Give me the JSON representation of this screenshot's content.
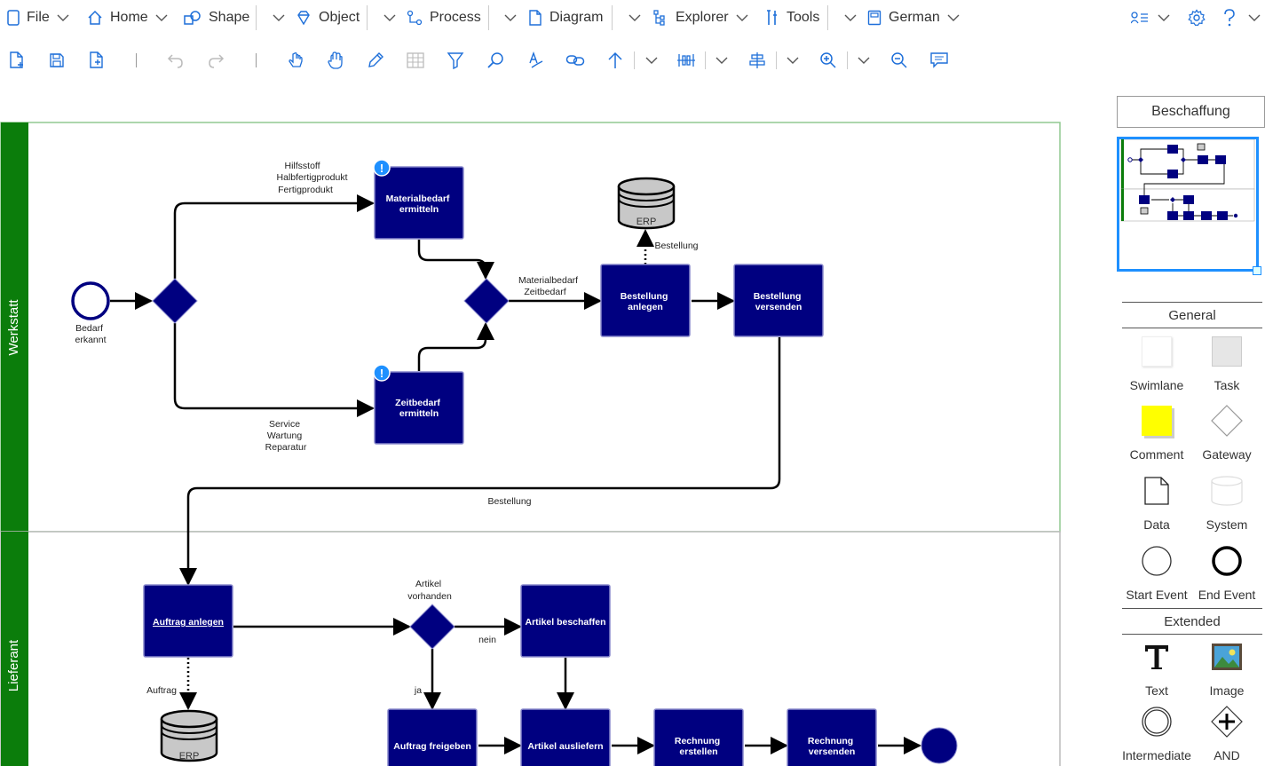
{
  "menubar": {
    "file": "File",
    "home": "Home",
    "shape": "Shape",
    "object": "Object",
    "process": "Process",
    "diagram": "Diagram",
    "explorer": "Explorer",
    "tools": "Tools",
    "language": "German"
  },
  "panel": {
    "pool_title": "Beschaffung",
    "general": "General",
    "extended": "Extended",
    "items": {
      "swimlane": "Swimlane",
      "task": "Task",
      "comment": "Comment",
      "gateway": "Gateway",
      "data": "Data",
      "system": "System",
      "start_event": "Start Event",
      "end_event": "End Event",
      "text": "Text",
      "image": "Image",
      "intermediate": "Intermediate",
      "and": "AND"
    }
  },
  "colors": {
    "task_fill": "#000080",
    "lane_green": "#0b7d0b",
    "accent": "#1e90ff",
    "comment_yellow": "#ffff00"
  },
  "diagram": {
    "lanes": {
      "werkstatt": "Werkstatt",
      "lieferant": "Lieferant"
    },
    "tasks": {
      "materialbedarf": [
        "Materialbedarf",
        "ermitteln"
      ],
      "zeitbedarf": [
        "Zeitbedarf",
        "ermitteln"
      ],
      "bestellung_anlegen": [
        "Bestellung",
        "anlegen"
      ],
      "bestellung_versenden": [
        "Bestellung",
        "versenden"
      ],
      "auftrag_anlegen": "Auftrag anlegen",
      "artikel_beschaffen": "Artikel beschaffen",
      "auftrag_freigeben": "Auftrag freigeben",
      "artikel_ausliefern": "Artikel ausliefern",
      "rechnung_erstellen": [
        "Rechnung",
        "erstellen"
      ],
      "rechnung_versenden": [
        "Rechnung",
        "versenden"
      ]
    },
    "labels": {
      "bedarf_erkannt": [
        "Bedarf",
        "erkannt"
      ],
      "hilfsstoff": [
        "Hilfsstoff",
        "Halbfertigprodukt",
        "Fertigprodukt"
      ],
      "service": [
        "Service",
        "Wartung",
        "Reparatur"
      ],
      "materialbedarf_zeitbedarf": [
        "Materialbedarf",
        "Zeitbedarf"
      ],
      "bestellung": "Bestellung",
      "bestellung_flow": "Bestellung",
      "auftrag": "Auftrag",
      "artikel_vorhanden": [
        "Artikel",
        "vorhanden"
      ],
      "nein": "nein",
      "ja": "ja",
      "erp": "ERP"
    }
  }
}
